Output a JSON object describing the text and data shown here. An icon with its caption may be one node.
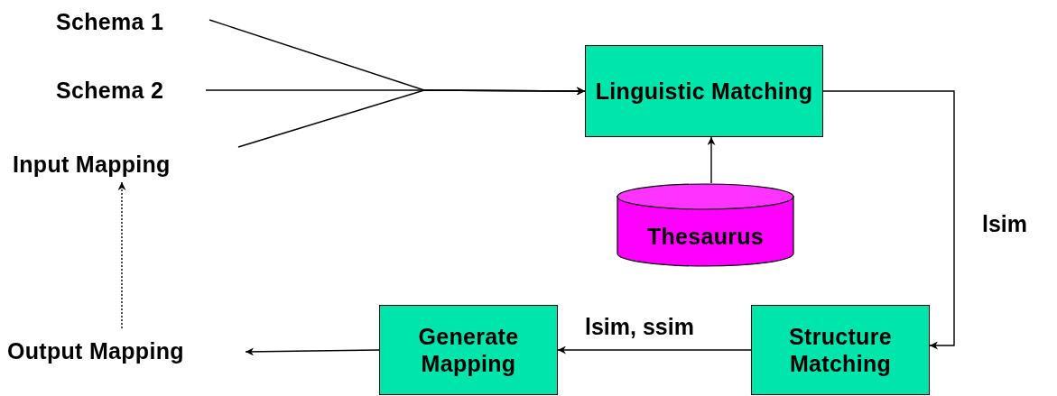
{
  "diagram": {
    "nodes": [
      {
        "text": [
          "Schema 1"
        ]
      },
      {
        "text": [
          "Schema 2"
        ]
      },
      {
        "text": [
          "Input Mapping"
        ]
      },
      {
        "text": [
          "Linguistic Matching"
        ]
      },
      {
        "text": [
          "Thesaurus"
        ]
      },
      {
        "text": [
          "Structure Matching"
        ]
      },
      {
        "text": [
          "Generate Mapping"
        ]
      },
      {
        "text": [
          "Output Mapping"
        ]
      }
    ],
    "edges": [
      {
        "from": 0,
        "to": 3,
        "arrow": "to"
      },
      {
        "from": 1,
        "to": 3,
        "arrow": "to"
      },
      {
        "from": 2,
        "to": 3,
        "arrow": "to"
      },
      {
        "from": 4,
        "to": 3,
        "arrow": "to"
      },
      {
        "from": 3,
        "to": 5,
        "arrow": "to",
        "label": "lsim"
      },
      {
        "from": 5,
        "to": 6,
        "arrow": "to",
        "label": "lsim, ssim"
      },
      {
        "from": 6,
        "to": 7,
        "arrow": "to"
      },
      {
        "from": 7,
        "to": 2,
        "arrow": "to",
        "style": "dashed"
      }
    ]
  }
}
